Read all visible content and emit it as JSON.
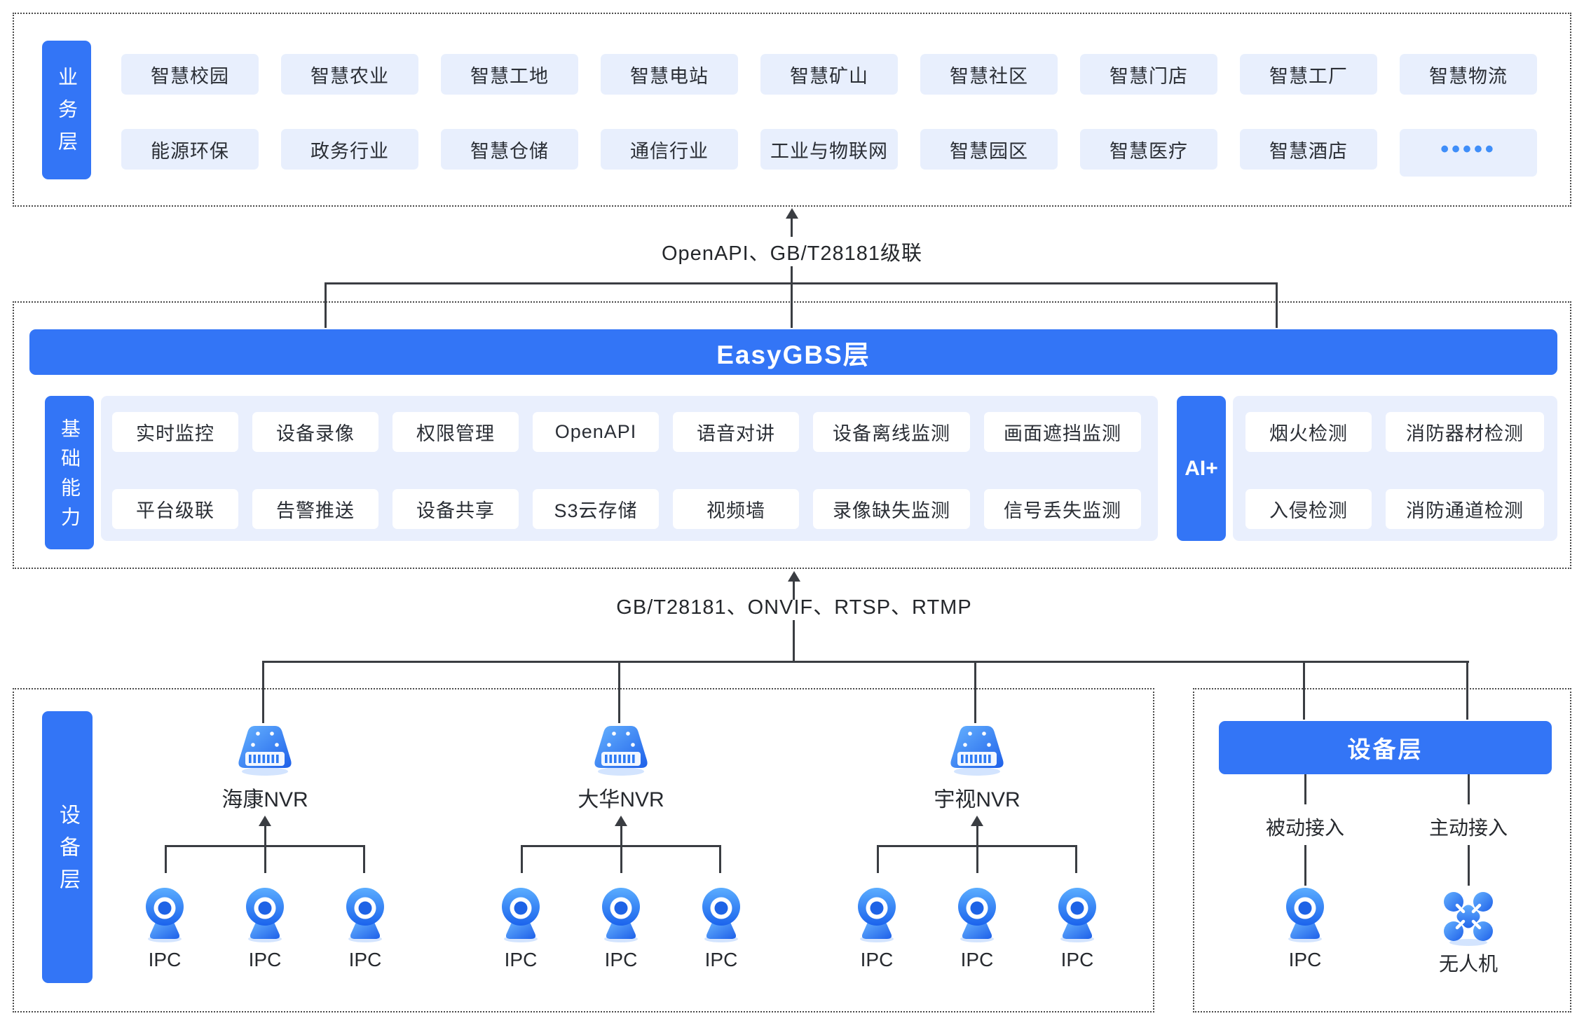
{
  "colors": {
    "accent": "#3375F6",
    "chip_bg": "#E8EFFD",
    "panel_bg": "#E9EFFD",
    "line": "#3A3D42",
    "text": "#26292E",
    "dots_chip": "#3F8EF9"
  },
  "business": {
    "label": "业务层",
    "chips_row1": [
      "智慧校园",
      "智慧农业",
      "智慧工地",
      "智慧电站",
      "智慧矿山",
      "智慧社区",
      "智慧门店",
      "智慧工厂",
      "智慧物流"
    ],
    "chips_row2": [
      "能源环保",
      "政务行业",
      "智慧仓储",
      "通信行业",
      "工业与物联网",
      "智慧园区",
      "智慧医疗",
      "智慧酒店",
      "•••••"
    ]
  },
  "link_top": {
    "label": "OpenAPI、GB/T28181级联"
  },
  "platform": {
    "banner": "EasyGBS层",
    "side_label": "基础能力",
    "caps_row1": [
      "实时监控",
      "设备录像",
      "权限管理",
      "OpenAPI",
      "语音对讲",
      "设备离线监测",
      "画面遮挡监测"
    ],
    "caps_row2": [
      "平台级联",
      "告警推送",
      "设备共享",
      "S3云存储",
      "视频墙",
      "录像缺失监测",
      "信号丢失监测"
    ],
    "ai_label": "AI+",
    "ai_row1": [
      "烟火检测",
      "消防器材检测"
    ],
    "ai_row2": [
      "入侵检测",
      "消防通道检测"
    ]
  },
  "link_mid": {
    "label": "GB/T28181、ONVIF、RTSP、RTMP"
  },
  "devices": {
    "side_label": "设备层",
    "groups": [
      {
        "nvr": "海康NVR",
        "ipcs": [
          "IPC",
          "IPC",
          "IPC"
        ]
      },
      {
        "nvr": "大华NVR",
        "ipcs": [
          "IPC",
          "IPC",
          "IPC"
        ]
      },
      {
        "nvr": "宇视NVR",
        "ipcs": [
          "IPC",
          "IPC",
          "IPC"
        ]
      }
    ]
  },
  "access": {
    "banner": "设备层",
    "passive_label": "被动接入",
    "active_label": "主动接入",
    "passive_device": "IPC",
    "active_device": "无人机"
  }
}
